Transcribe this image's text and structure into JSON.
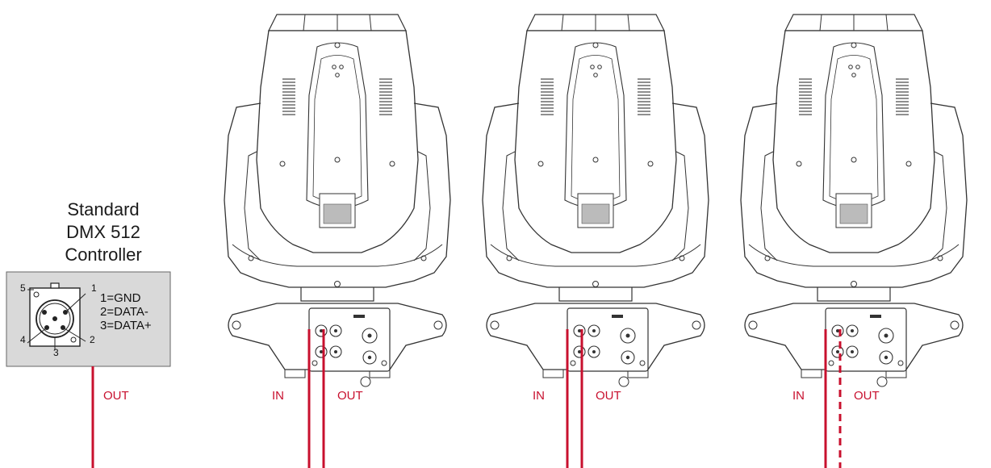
{
  "controller": {
    "title_lines": [
      "Standard",
      "DMX 512",
      "Controller"
    ],
    "pin_numbers": [
      "1",
      "2",
      "3",
      "4",
      "5"
    ],
    "pin_legend": [
      "1=GND",
      "2=DATA-",
      "3=DATA+"
    ],
    "out_label": "OUT"
  },
  "fixtures": [
    {
      "in_label": "IN",
      "out_label": "OUT",
      "out_terminated": false
    },
    {
      "in_label": "IN",
      "out_label": "OUT",
      "out_terminated": false
    },
    {
      "in_label": "IN",
      "out_label": "OUT",
      "out_terminated": true
    }
  ],
  "colors": {
    "cable": "#c8102e",
    "outline": "#333333",
    "panel": "#d9d9d9"
  }
}
